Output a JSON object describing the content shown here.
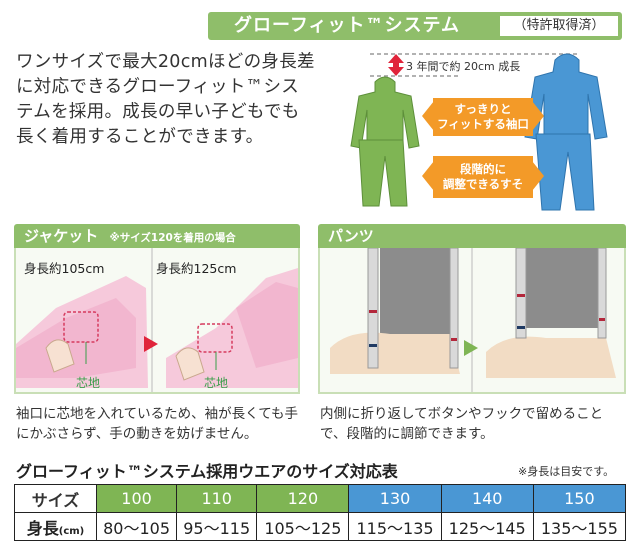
{
  "header": {
    "title": "グローフィット™システム",
    "note": "（特許取得済）"
  },
  "intro": {
    "text": "ワンサイズで最大20cmほどの身長差に対応できるグローフィット™システムを採用。成長の早い子どもでも長く着用することができます。"
  },
  "figure": {
    "growth_note": "3 年間で約 20cm 成長",
    "arrow_top": "すっきりと\nフィットする袖口",
    "arrow_bottom": "段階的に\n調整できるすそ"
  },
  "jacket_panel": {
    "title": "ジャケット",
    "subtitle": "※サイズ120を着用の場合",
    "height_left": "身長約105cm",
    "height_right": "身長約125cm",
    "core_left": "芯地",
    "core_right": "芯地",
    "caption": "袖口に芯地を入れているため、袖が長くても手にかぶさらず、手の動きを妨げません。"
  },
  "pants_panel": {
    "title": "パンツ",
    "caption": "内側に折り返してボタンやフックで留めることで、段階的に調節できます。"
  },
  "size_table": {
    "title": "グローフィット™システム採用ウエアのサイズ対応表",
    "note": "※身長は目安です。",
    "size_label": "サイズ",
    "height_label_main": "身長",
    "height_label_unit": "(cm)",
    "sizes": [
      "100",
      "110",
      "120",
      "130",
      "140",
      "150"
    ],
    "heights": [
      "80～105",
      "95～115",
      "105～125",
      "115～135",
      "125～145",
      "135～155"
    ]
  },
  "colors": {
    "green": "#7fb554",
    "blue": "#4a97d4",
    "orange": "#f39a28",
    "pink": "#f2b6cf"
  }
}
